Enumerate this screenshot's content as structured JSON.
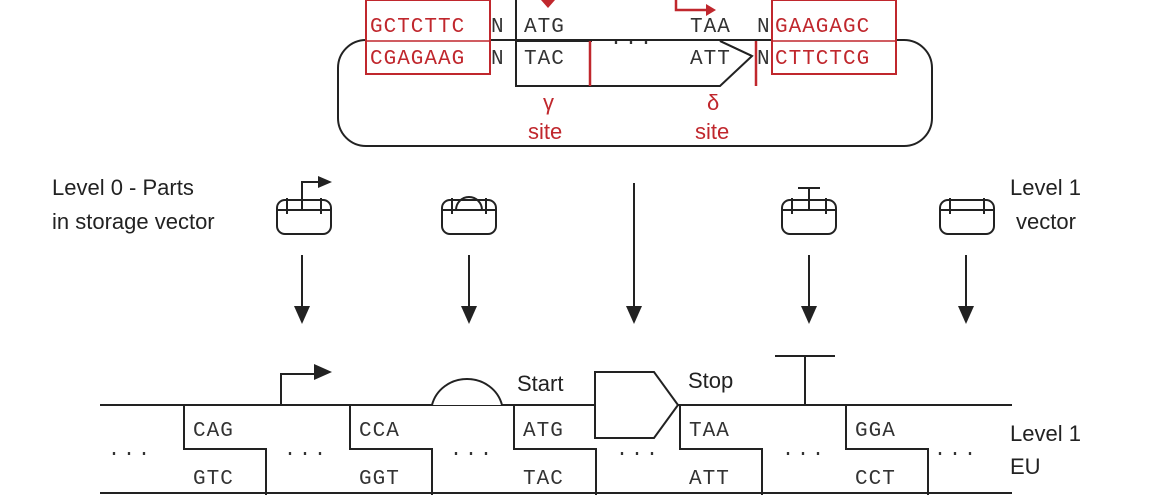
{
  "vector": {
    "left_top": "GCTCTTC",
    "left_bottom": "CGAGAAG",
    "n_top_left": "N",
    "n_bottom_left": "N",
    "start_top": "ATG",
    "start_bottom": "TAC",
    "middle_dots": "...",
    "stop_top": "TAA",
    "stop_bottom": "ATT",
    "n_top_right": "N",
    "n_bottom_right": "N",
    "right_top": "GAAGAGC",
    "right_bottom": "CTTCTCG",
    "gamma_symbol": "γ",
    "gamma_word": "site",
    "delta_symbol": "δ",
    "delta_word": "site"
  },
  "labels": {
    "level0_line1": "Level 0 - Parts",
    "level0_line2": "in storage vector",
    "level1_vector_line1": "Level 1",
    "level1_vector_line2": "vector",
    "level1_eu_line1": "Level 1",
    "level1_eu_line2": "EU",
    "start": "Start",
    "stop": "Stop"
  },
  "assembly": {
    "dots": [
      "...",
      "...",
      "...",
      "...",
      "...",
      "..."
    ],
    "overhangs": [
      {
        "top": "CAG",
        "bottom": "GTC"
      },
      {
        "top": "CCA",
        "bottom": "GGT"
      },
      {
        "top": "ATG",
        "bottom": "TAC"
      },
      {
        "top": "TAA",
        "bottom": "ATT"
      },
      {
        "top": "GGA",
        "bottom": "CCT"
      }
    ]
  },
  "colors": {
    "accent_red": "#c0272d",
    "line": "#222222"
  }
}
